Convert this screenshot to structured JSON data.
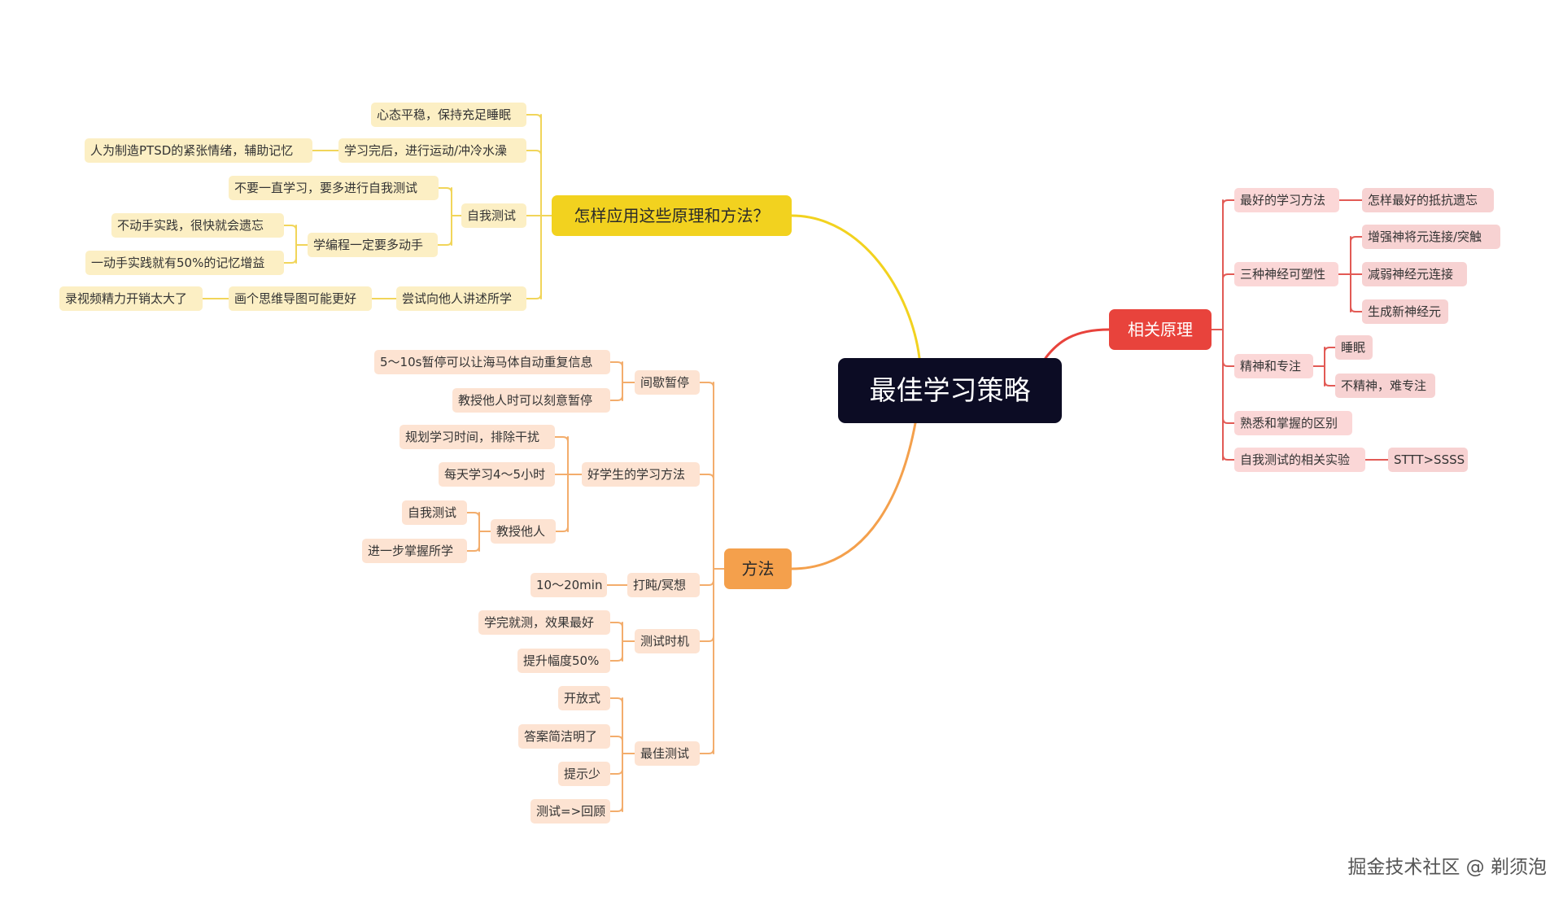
{
  "colors": {
    "yellow_branch": "#f2d21f",
    "orange_branch": "#f4a04c",
    "red_branch": "#e8433c",
    "root_bg": "#0c0c24"
  },
  "root": "最佳学习策略",
  "apply": {
    "title": "怎样应用这些原理和方法？",
    "calm": "心态平稳，保持充足睡眠",
    "exercise": "学习完后，进行运动/冲冷水澡",
    "ptsd": "人为制造PTSD的紧张情绪，辅助记忆",
    "self_test": "自我测试",
    "no_nonstop": "不要一直学习，要多进行自我测试",
    "coding": "学编程一定要多动手",
    "forget": "不动手实践，很快就会遗忘",
    "boost": "一动手实践就有50%的记忆增益",
    "teach": "尝试向他人讲述所学",
    "mindmap_better": "画个思维导图可能更好",
    "video_cost": "录视频精力开销太大了"
  },
  "method": {
    "title": "方法",
    "pause": "间歇暂停",
    "pause_a": "5～10s暂停可以让海马体自动重复信息",
    "pause_b": "教授他人时可以刻意暂停",
    "good": "好学生的学习方法",
    "plan": "规划学习时间，排除干扰",
    "hours": "每天学习4～5小时",
    "teach": "教授他人",
    "self_test": "自我测试",
    "master": "进一步掌握所学",
    "nap": "打盹/冥想",
    "nap_time": "10～20min",
    "timing": "测试时机",
    "right_after": "学完就测，效果最好",
    "improve": "提升幅度50%",
    "best": "最佳测试",
    "open": "开放式",
    "concise": "答案简洁明了",
    "few_hints": "提示少",
    "review": "测试=>回顾"
  },
  "principle": {
    "title": "相关原理",
    "best_way": "最好的学习方法",
    "fight": "怎样最好的抵抗遗忘",
    "plasticity": "三种神经可塑性",
    "strengthen": "增强神将元连接/突触",
    "weaken": "减弱神经元连接",
    "new_neuron": "生成新神经元",
    "focus": "精神和专注",
    "sleep": "睡眠",
    "tired": "不精神，难专注",
    "familiar": "熟悉和掌握的区别",
    "experiment": "自我测试的相关实验",
    "sttt": "STTT>SSSS"
  },
  "watermark": "掘金技术社区 @ 剃须泡"
}
